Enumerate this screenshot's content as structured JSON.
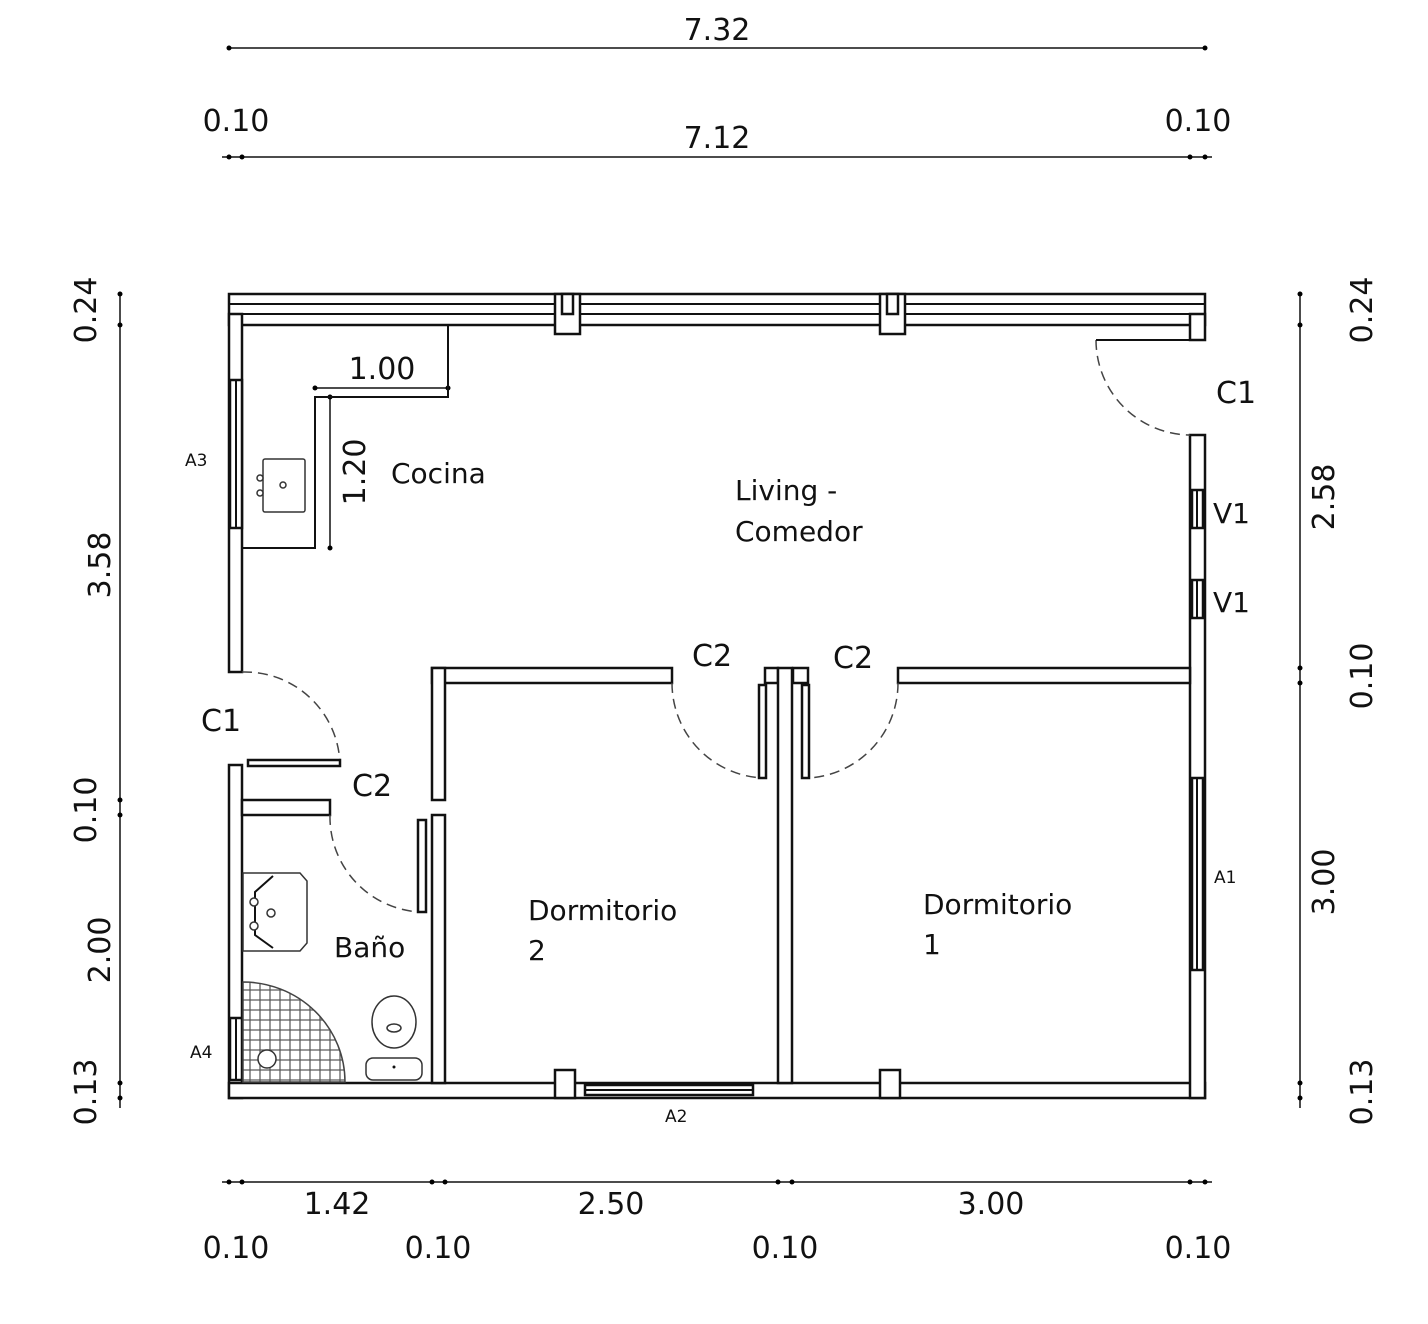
{
  "dimensions": {
    "top_total": "7.32",
    "top_inner": "7.12",
    "top_left_wall": "0.10",
    "top_right_wall": "0.10",
    "left": [
      "0.24",
      "3.58",
      "0.10",
      "2.00",
      "0.13"
    ],
    "right": [
      "0.24",
      "2.58",
      "0.10",
      "3.00",
      "0.13"
    ],
    "bottom_rooms": [
      "1.42",
      "2.50",
      "3.00"
    ],
    "bottom_walls": [
      "0.10",
      "0.10",
      "0.10",
      "0.10"
    ],
    "kitchen_width": "1.00",
    "kitchen_depth": "1.20"
  },
  "rooms": {
    "kitchen": "Cocina",
    "living_line1": "Living -",
    "living_line2": "Comedor",
    "bath": "Baño",
    "bed2_line1": "Dormitorio",
    "bed2_line2": "2",
    "bed1_line1": "Dormitorio",
    "bed1_line2": "1"
  },
  "openings": {
    "door_c1_right": "C1",
    "door_c1_left": "C1",
    "door_c2_bath": "C2",
    "door_c2_bed2": "C2",
    "door_c2_bed1": "C2",
    "window_v1_a": "V1",
    "window_v1_b": "V1",
    "window_a1": "A1",
    "window_a2": "A2",
    "window_a3": "A3",
    "window_a4": "A4"
  }
}
